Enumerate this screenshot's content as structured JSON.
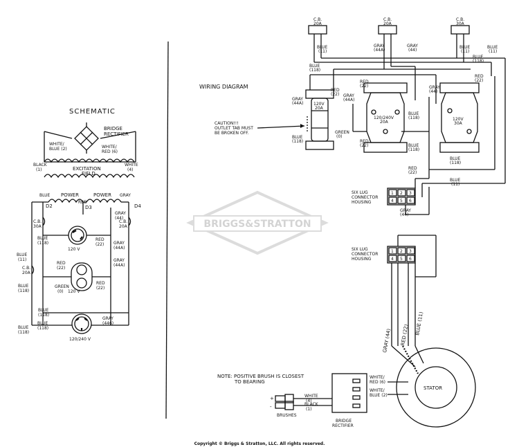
{
  "schematic": {
    "title": "SCHEMATIC",
    "labels": {
      "bridge": "BRIDGE",
      "rectifier": "RECTIFIER",
      "white_blue_1": "WHITE/",
      "white_blue_2": "BLUE (2)",
      "white_red_1": "WHITE/",
      "white_red_2": "RED (6)",
      "black_1": "BLACK",
      "black_2": "(1)",
      "white_1": "WHITE",
      "white_2": "(4)",
      "excitation": "EXCITATION",
      "field": "FIELD",
      "power_left": "POWER",
      "power_right": "POWER",
      "blue_top": "BLUE",
      "gray_top": "GRAY",
      "d2": "D2",
      "d3": "D3",
      "d4": "D4",
      "red_d3": "RED",
      "cb30_1": "C.B.",
      "cb30_2": "30A",
      "cb20r_1": "C.B.",
      "cb20r_2": "20A",
      "gray44": "GRAY",
      "gray44_n": "(44)",
      "blue118a": "BLUE",
      "blue118a_n": "(118)",
      "blue11": "BLUE",
      "blue11_n": "(11)",
      "v120a": "120 V",
      "red22a": "RED",
      "red22a_n": "(22)",
      "gray44a": "GRAY",
      "gray44a_n": "(44A)",
      "cb20l_1": "C.B.",
      "cb20l_2": "20A",
      "blue118b": "BLUE",
      "blue118b_n": "(118)",
      "red22b": "RED",
      "red22b_n": "(22)",
      "green0": "GREEN",
      "green0_n": "(0)",
      "v120b": "120 V",
      "red22c": "RED",
      "red22c_n": "(22)",
      "blue118c": "BLUE",
      "blue118c_n": "(118)",
      "gray44b": "GRAY",
      "gray44b_n": "(44A)",
      "blue118d": "BLUE",
      "blue118d_n": "(118)",
      "gray446": "GRAY",
      "gray446_n": "(446)",
      "blue118e": "BLUE",
      "blue118e_n": "(118)",
      "v120240": "120/240 V"
    }
  },
  "wiring": {
    "title": "WIRING DIAGRAM",
    "caution_1": "CAUTION!!!",
    "caution_2": "OUTLET TAB MUST",
    "caution_3": "BE BROKEN OFF.",
    "cb_left_1": "C.B.",
    "cb_left_2": "20A",
    "cb_mid_1": "C.B.",
    "cb_mid_2": "20A",
    "cb_right_1": "C.B.",
    "cb_right_2": "30A",
    "blue11_l": "BLUE",
    "blue11_l_n": "(11)",
    "blue118_l": "BLUE",
    "blue118_l_n": "(118)",
    "gray44a_t": "GRAY",
    "gray44a_t_n": "(44A)",
    "gray44_t": "GRAY",
    "gray44_t_n": "(44)",
    "blue11_r": "BLUE",
    "blue11_r_n": "(11)",
    "blue118_r": "BLUE",
    "blue118_r_n": "(118)",
    "blue11_rr": "BLUE",
    "blue11_rr_n": "(11)",
    "red22_tr": "RED",
    "red22_tr_n": "(22)",
    "outlet1_1": "120V",
    "outlet1_2": "20A",
    "outlet2_1": "120/240V",
    "outlet2_2": "20A",
    "outlet3_1": "120V",
    "outlet3_2": "30A",
    "gray44a_o1": "GRAY",
    "gray44a_o1_n": "(44A)",
    "red22_o1": "RED",
    "red22_o1_n": "(22)",
    "gray44a_o2": "GRAY",
    "gray44a_o2_n": "(44A)",
    "red22_o2": "RED",
    "red22_o2_n": "(22)",
    "gray44_o2": "GRAY",
    "gray44_o2_n": "(44)",
    "blue118_o2": "BLUE",
    "blue118_o2_n": "(118)",
    "green0_w": "GREEN",
    "green0_w_n": "(0)",
    "blue118_o1": "BLUE",
    "blue118_o1_n": "(118)",
    "red22_o2b": "RED",
    "red22_o2b_n": "(22)",
    "blue118_o2b": "BLUE",
    "blue118_o2b_n": "(118)",
    "blue118_o3": "BLUE",
    "blue118_o3_n": "(118)",
    "red22_h": "RED",
    "red22_h_n": "(22)",
    "blue11_h": "BLUE",
    "blue11_h_n": "(11)",
    "gray44_h": "GRAY",
    "gray44_h_n": "(44)",
    "six_lug_1": "SIX LUG",
    "six_lug_2": "CONNECTOR",
    "six_lug_3": "HOUSING",
    "six_lug_b1": "SIX LUG",
    "six_lug_b2": "CONNECTOR",
    "six_lug_b3": "HOUSING",
    "lugs": [
      "1",
      "2",
      "3",
      "4",
      "5",
      "6"
    ],
    "gray44_v": "GRAY (44)",
    "red22_v": "RED (22)",
    "blue11_v": "BLUE (11)",
    "stator": "STATOR",
    "note_1": "NOTE: POSITIVE BRUSH IS CLOSEST",
    "note_2": "TO BEARING",
    "white_red_1": "WHITE/",
    "white_red_2": "RED (6)",
    "white_blue_1": "WHITE/",
    "white_blue_2": "BLUE (2)",
    "white_6": "WHITE",
    "white_6_n": "(4)",
    "black_1": "BLACK",
    "black_1_n": "(1)",
    "plus": "+",
    "minus": "-",
    "brushes": "BRUSHES",
    "bridge_1": "BRIDGE",
    "bridge_2": "RECTIFIER"
  },
  "watermark": "BRIGGS&STRATTON",
  "footer": "Copyright © Briggs & Stratton, LLC. All rights reserved."
}
